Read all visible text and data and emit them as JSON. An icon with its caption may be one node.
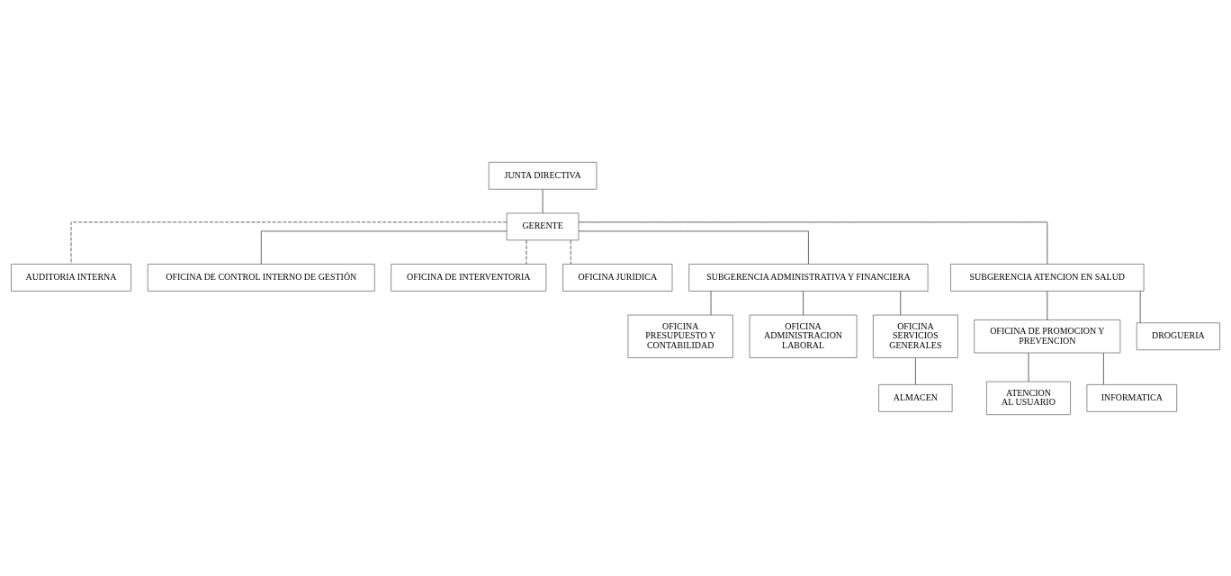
{
  "diagram": {
    "nodes": [
      {
        "text": [
          "JUNTA DIRECTIVA"
        ]
      },
      {
        "text": [
          "GERENTE"
        ]
      },
      {
        "text": [
          "AUDITORIA INTERNA"
        ]
      },
      {
        "text": [
          "OFICINA DE CONTROL INTERNO DE GESTIÓN"
        ]
      },
      {
        "text": [
          "OFICINA DE INTERVENTORIA"
        ]
      },
      {
        "text": [
          "OFICINA JURIDICA"
        ]
      },
      {
        "text": [
          "SUBGERENCIA ADMINISTRATIVA Y FINANCIERA"
        ]
      },
      {
        "text": [
          "SUBGERENCIA ATENCION EN SALUD"
        ]
      },
      {
        "text": [
          "OFICINA PRESUPUESTO Y CONTABILIDAD"
        ]
      },
      {
        "text": [
          "OFICINA ADMINISTRACION LABORAL"
        ]
      },
      {
        "text": [
          "OFICINA SERVICIOS GENERALES"
        ]
      },
      {
        "text": [
          "OFICINA DE PROMOCION Y PREVENCION"
        ]
      },
      {
        "text": [
          "ATENCION AL USUARIO"
        ]
      },
      {
        "text": [
          "INFORMATICA"
        ]
      },
      {
        "text": [
          "DROGUERIA"
        ]
      },
      {
        "text": [
          "ALMACEN"
        ]
      }
    ],
    "edges": [
      {
        "from": 0,
        "to": 1,
        "arrow": "none"
      },
      {
        "from": 1,
        "to": 2,
        "arrow": "none",
        "style": "dashed"
      },
      {
        "from": 1,
        "to": 3,
        "arrow": "none"
      },
      {
        "from": 1,
        "to": 4,
        "arrow": "none",
        "style": "dashed"
      },
      {
        "from": 1,
        "to": 5,
        "arrow": "none",
        "style": "dashed"
      },
      {
        "from": 1,
        "to": 6,
        "arrow": "none"
      },
      {
        "from": 1,
        "to": 7,
        "arrow": "none"
      },
      {
        "from": 6,
        "to": 8,
        "arrow": "none"
      },
      {
        "from": 6,
        "to": 9,
        "arrow": "none"
      },
      {
        "from": 6,
        "to": 10,
        "arrow": "none"
      },
      {
        "from": 7,
        "to": 11,
        "arrow": "none"
      },
      {
        "from": 7,
        "to": 14,
        "arrow": "none"
      },
      {
        "from": 11,
        "to": 12,
        "arrow": "none"
      },
      {
        "from": 11,
        "to": 13,
        "arrow": "none"
      },
      {
        "from": 10,
        "to": 15,
        "arrow": "none"
      }
    ]
  }
}
